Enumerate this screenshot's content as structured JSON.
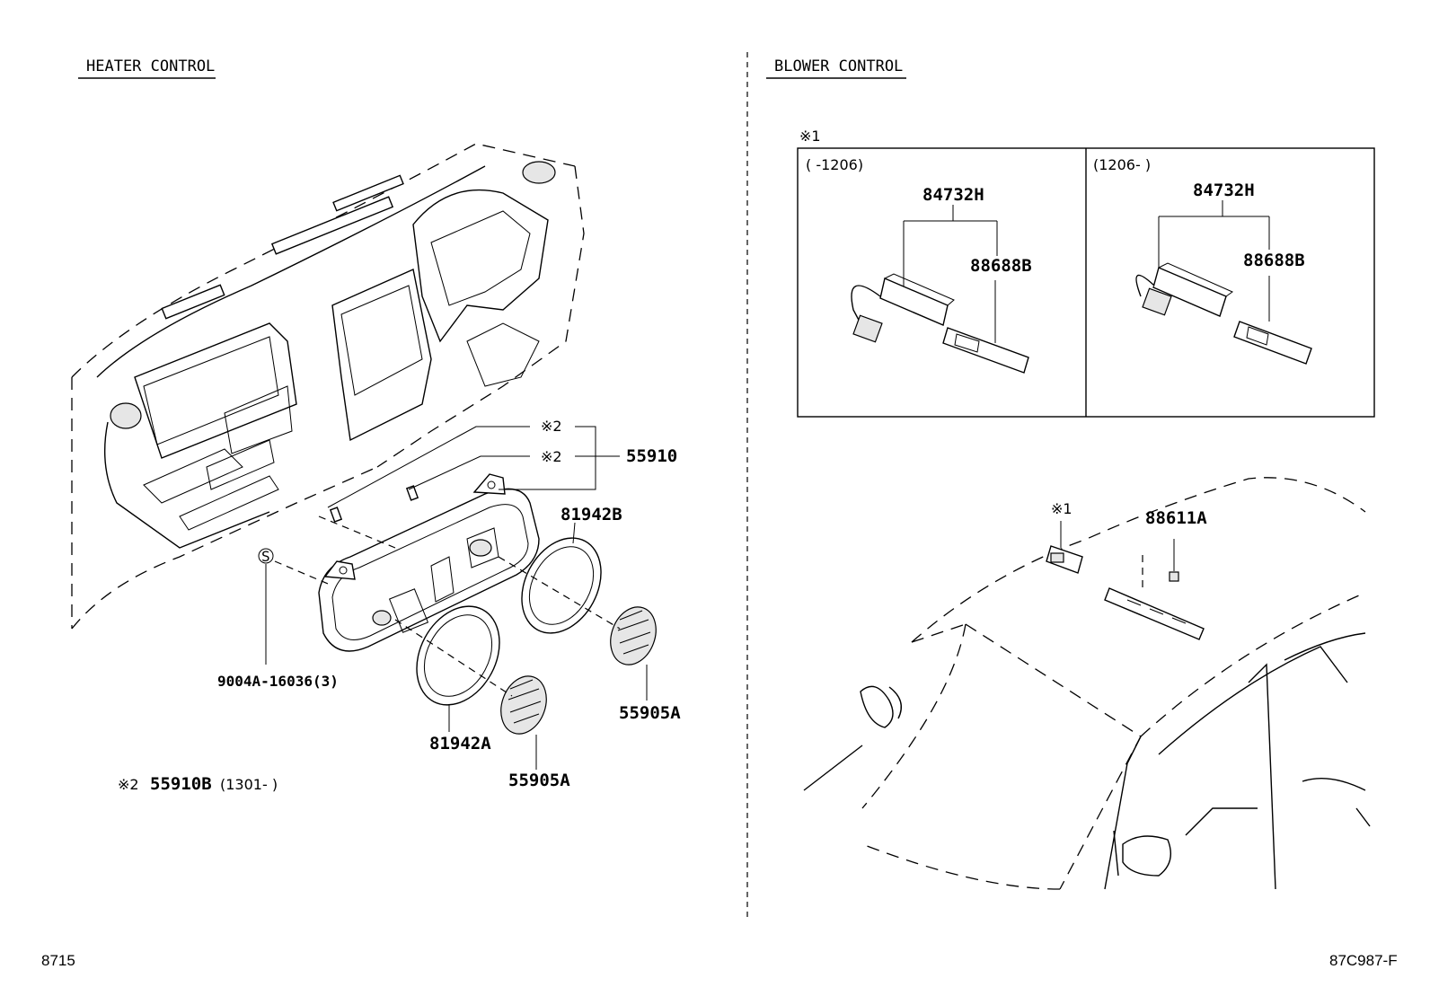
{
  "sections": {
    "heater": {
      "title": "HEATER CONTROL"
    },
    "blower": {
      "title": "BLOWER CONTROL"
    }
  },
  "heater_callouts": {
    "note_mark_a": "※2",
    "note_mark_b": "※2",
    "part_55910": "55910",
    "part_81942B": "81942B",
    "part_81942A": "81942A",
    "part_55905A_right": "55905A",
    "part_55905A_bottom": "55905A",
    "screw_symbol": "S",
    "screw_part": "9004A-16036(3)"
  },
  "heater_note": {
    "mark": "※2",
    "part": "55910B",
    "range": "(1301-      )"
  },
  "blower_callouts": {
    "inset_mark": "※1",
    "inset_left_range": "(      -1206)",
    "inset_right_range": "(1206-      )",
    "left_part_top": "84732H",
    "left_part_side": "88688B",
    "right_part_top": "84732H",
    "right_part_side": "88688B",
    "car_mark": "※1",
    "car_part": "88611A"
  },
  "footer": {
    "left": "8715",
    "right": "87C987-F"
  }
}
